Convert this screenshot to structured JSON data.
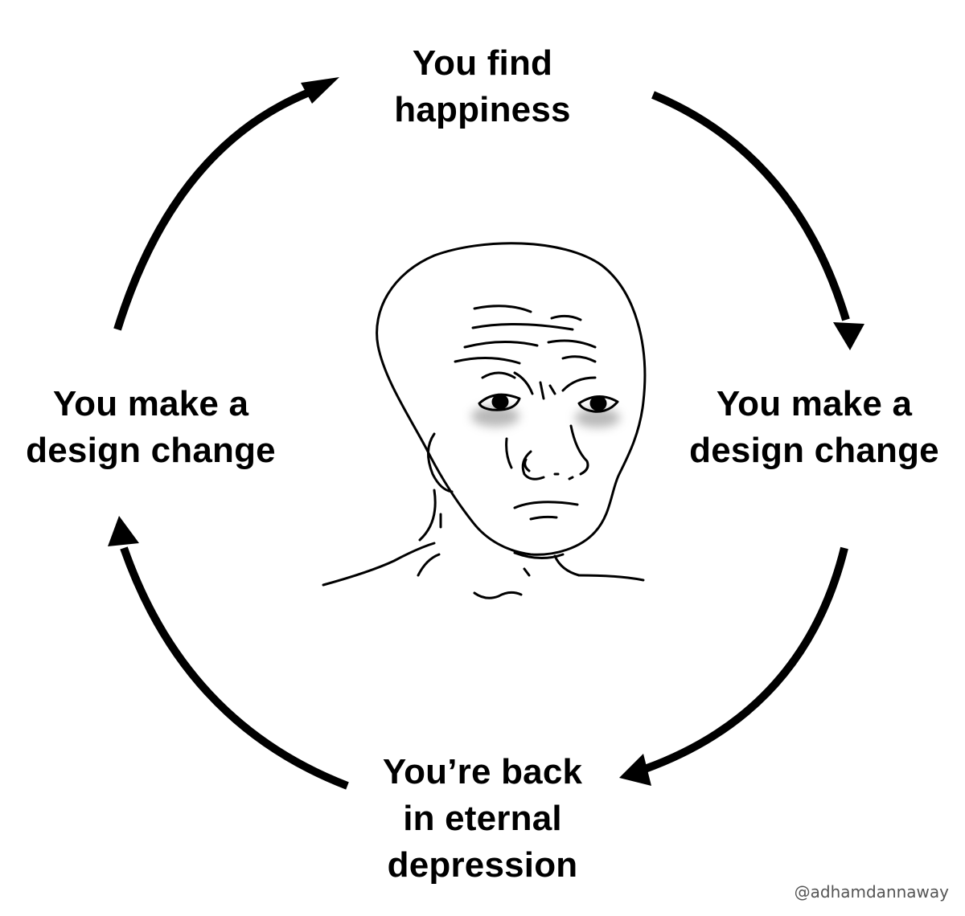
{
  "labels": {
    "top": [
      "You find",
      "happiness"
    ],
    "right": [
      "You make a",
      "design change"
    ],
    "bottom": [
      "You’re back",
      "in eternal",
      "depression"
    ],
    "left": [
      "You make a",
      "design change"
    ]
  },
  "watermark": "@adhamdannaway",
  "colors": {
    "ink": "#000000",
    "background": "#ffffff",
    "eye_shadow": "#9a9a9a",
    "watermark": "#555555"
  }
}
